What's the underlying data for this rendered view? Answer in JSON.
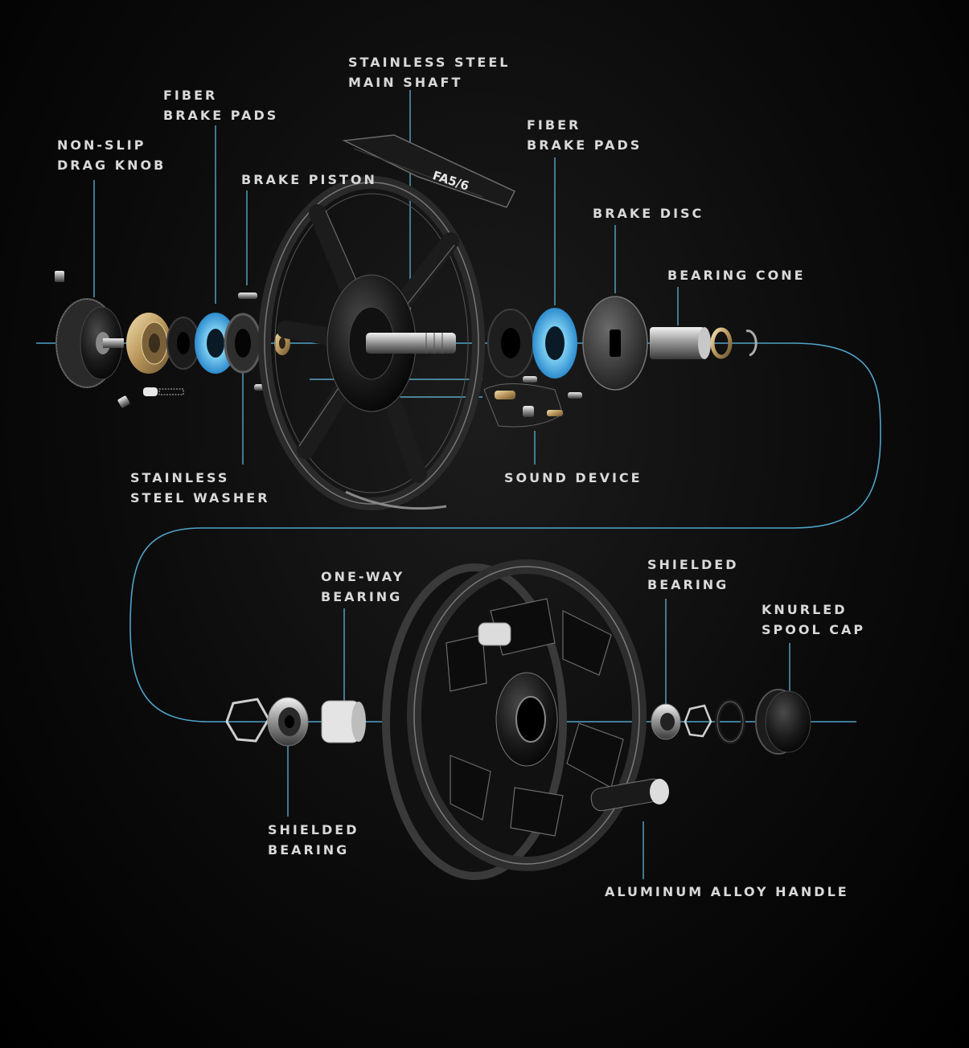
{
  "reel_model": "FA5/6",
  "colors": {
    "background": "#000000",
    "callout_line": "#5aa6c8",
    "axis_line": "#4fa3c8",
    "label_text": "#d9d9d9",
    "brake_pad_blue": "#2b8fd6"
  },
  "labels": {
    "stainless_steel_main_shaft": [
      "STAINLESS STEEL",
      "MAIN SHAFT"
    ],
    "fiber_brake_pads_left": [
      "FIBER",
      "BRAKE PADS"
    ],
    "non_slip_drag_knob": [
      "NON-SLIP",
      "DRAG KNOB"
    ],
    "brake_piston": [
      "BRAKE PISTON"
    ],
    "fiber_brake_pads_right": [
      "FIBER",
      "BRAKE PADS"
    ],
    "brake_disc": [
      "BRAKE DISC"
    ],
    "bearing_cone": [
      "BEARING CONE"
    ],
    "stainless_steel_washer": [
      "STAINLESS",
      "STEEL WASHER"
    ],
    "sound_device": [
      "SOUND DEVICE"
    ],
    "one_way_bearing": [
      "ONE-WAY",
      "BEARING"
    ],
    "shielded_bearing_top": [
      "SHIELDED",
      "BEARING"
    ],
    "knurled_spool_cap": [
      "KNURLED",
      "SPOOL CAP"
    ],
    "shielded_bearing_bottom": [
      "SHIELDED",
      "BEARING"
    ],
    "aluminum_alloy_handle": [
      "ALUMINUM ALLOY HANDLE"
    ]
  }
}
